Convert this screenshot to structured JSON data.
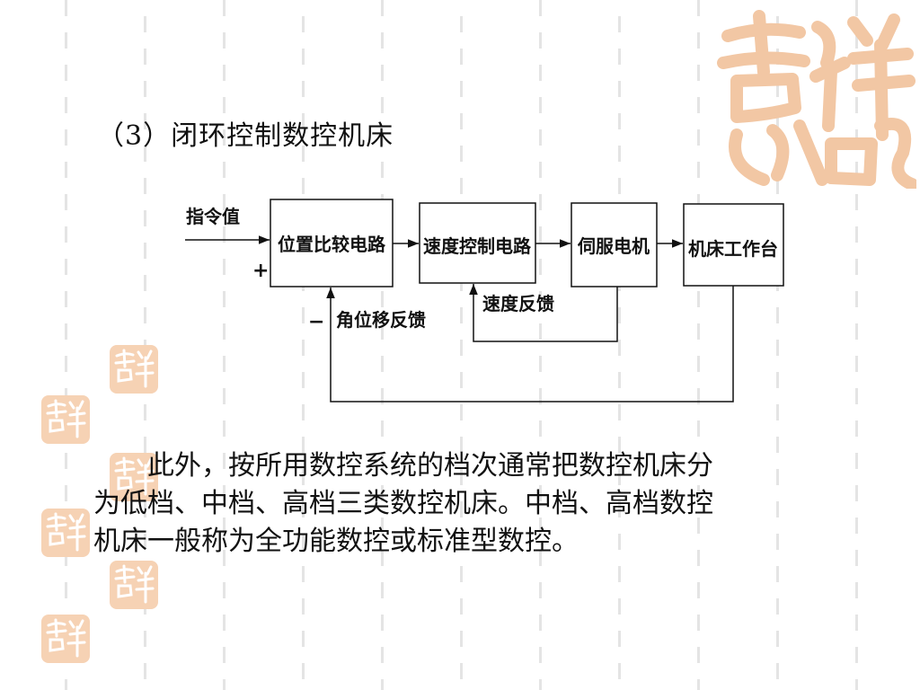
{
  "slide": {
    "title": "（3）闭环控制数控机床",
    "paragraph_lines": [
      "　　此外，按所用数控系统的档次通常把数控机床分",
      "为低档、中档、高档三类数控机床。中档、高档数控",
      "机床一般称为全功能数控或标准型数控。"
    ]
  },
  "diagram": {
    "input_label": "指令值",
    "plus_sign": "+",
    "minus_sign": "−",
    "blocks": {
      "position_compare": "位置比较电路",
      "speed_control": "速度控制电路",
      "servo_motor": "伺服电机",
      "machine_table": "机床工作台"
    },
    "speed_feedback_label": "速度反馈",
    "angle_feedback_label": "角位移反馈"
  },
  "decor": {
    "accent_color": "#f2c7a4",
    "grid_color": "#e4e4e4",
    "logo_icon": "auspicious-calligraphy-logo",
    "seal_icon": "auspicious-seal-icon"
  }
}
